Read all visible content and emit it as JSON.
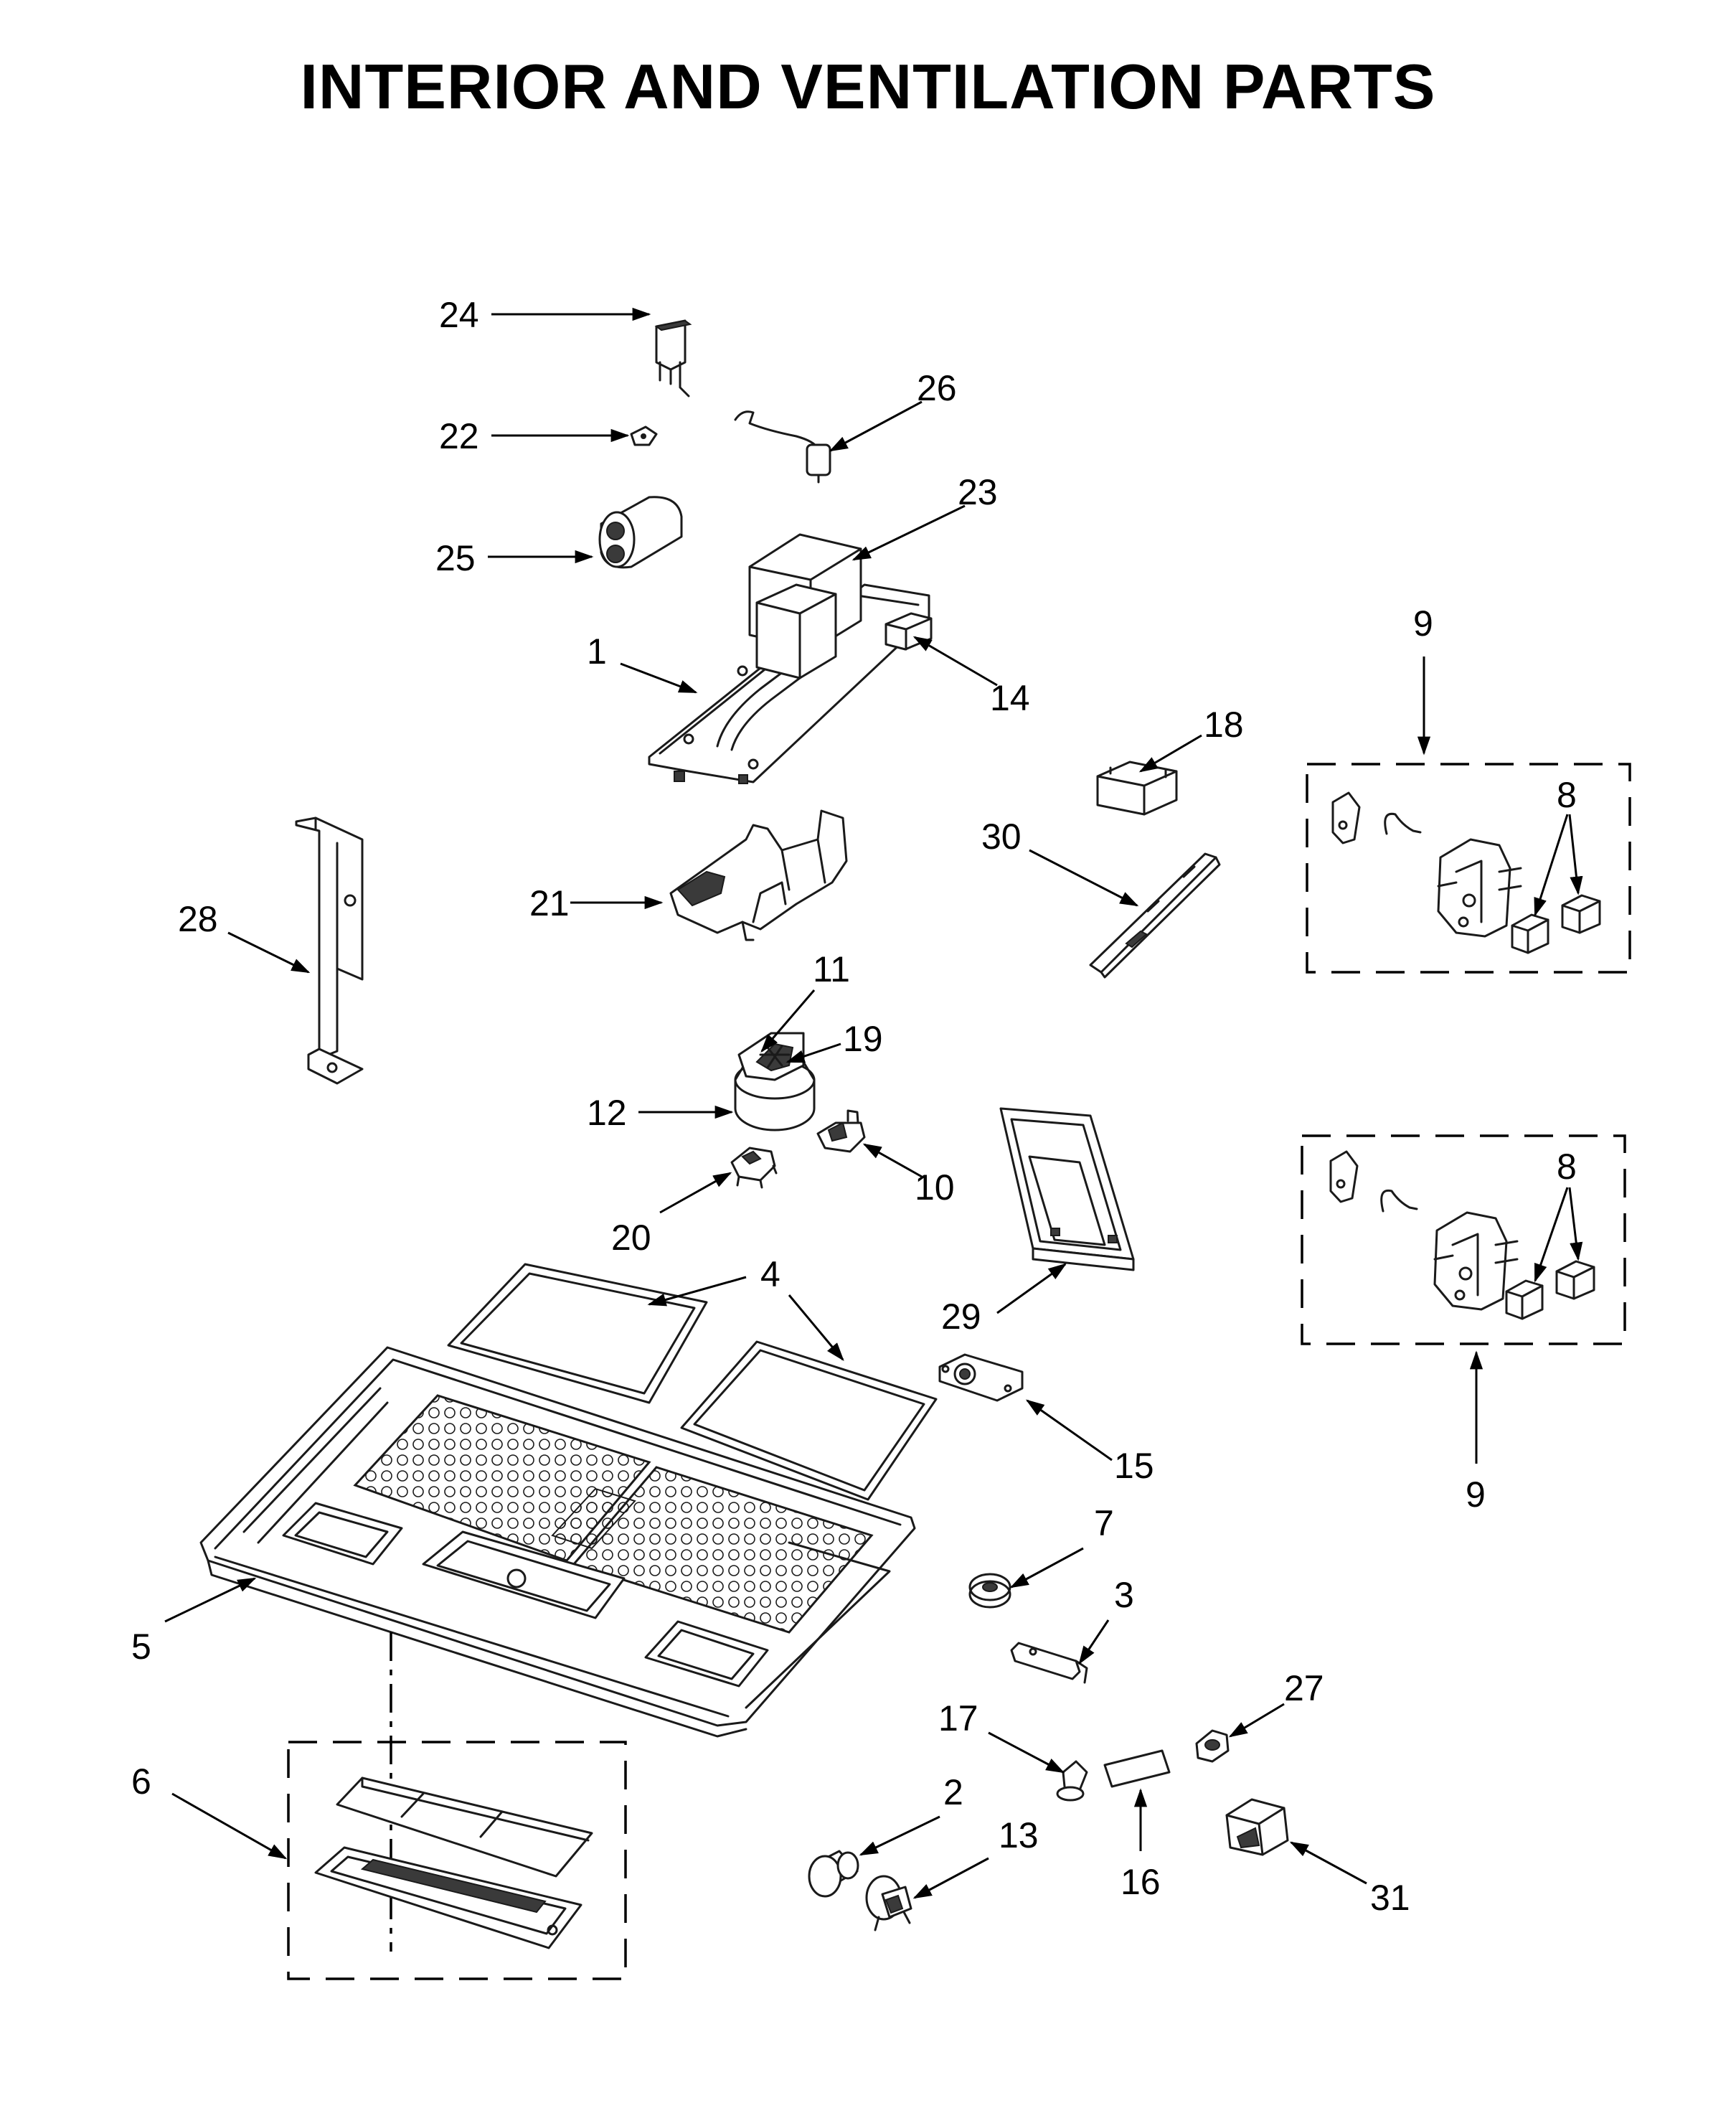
{
  "title": "INTERIOR AND VENTILATION PARTS",
  "callouts": [
    {
      "id": "c24",
      "label": "24"
    },
    {
      "id": "c22",
      "label": "22"
    },
    {
      "id": "c26",
      "label": "26"
    },
    {
      "id": "c25",
      "label": "25"
    },
    {
      "id": "c23",
      "label": "23"
    },
    {
      "id": "c1",
      "label": "1"
    },
    {
      "id": "c14",
      "label": "14"
    },
    {
      "id": "c9a",
      "label": "9"
    },
    {
      "id": "c18",
      "label": "18"
    },
    {
      "id": "c8a",
      "label": "8"
    },
    {
      "id": "c30",
      "label": "30"
    },
    {
      "id": "c28",
      "label": "28"
    },
    {
      "id": "c21",
      "label": "21"
    },
    {
      "id": "c11",
      "label": "11"
    },
    {
      "id": "c19",
      "label": "19"
    },
    {
      "id": "c12",
      "label": "12"
    },
    {
      "id": "c10",
      "label": "10"
    },
    {
      "id": "c20",
      "label": "20"
    },
    {
      "id": "c8b",
      "label": "8"
    },
    {
      "id": "c4",
      "label": "4"
    },
    {
      "id": "c29",
      "label": "29"
    },
    {
      "id": "c15",
      "label": "15"
    },
    {
      "id": "c9b",
      "label": "9"
    },
    {
      "id": "c7",
      "label": "7"
    },
    {
      "id": "c3",
      "label": "3"
    },
    {
      "id": "c5",
      "label": "5"
    },
    {
      "id": "c27",
      "label": "27"
    },
    {
      "id": "c17",
      "label": "17"
    },
    {
      "id": "c6",
      "label": "6"
    },
    {
      "id": "c2",
      "label": "2"
    },
    {
      "id": "c13",
      "label": "13"
    },
    {
      "id": "c16",
      "label": "16"
    },
    {
      "id": "c31",
      "label": "31"
    }
  ]
}
